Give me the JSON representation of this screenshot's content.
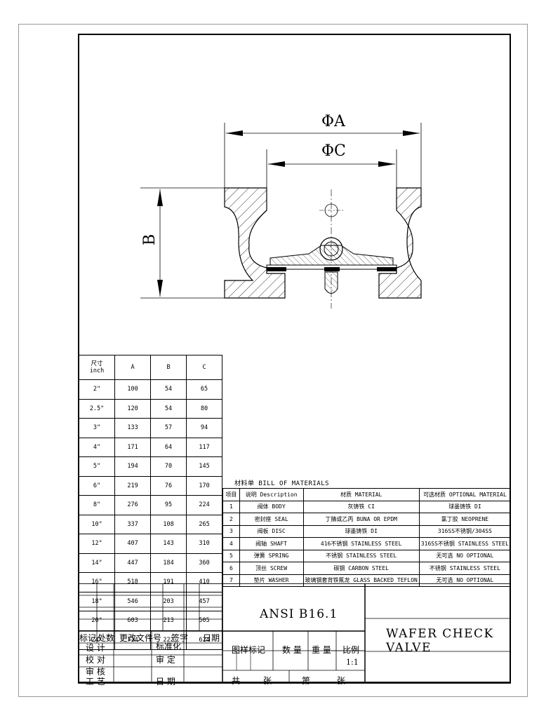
{
  "drawing": {
    "dims": {
      "phi_a": "ΦA",
      "phi_c": "ΦC",
      "b": "B"
    }
  },
  "size_table": {
    "header": {
      "size_line1": "尺寸",
      "size_line2": "inch",
      "a": "A",
      "b": "B",
      "c": "C"
    },
    "rows": [
      {
        "size": "2\"",
        "a": "100",
        "b": "54",
        "c": "65"
      },
      {
        "size": "2.5\"",
        "a": "120",
        "b": "54",
        "c": "80"
      },
      {
        "size": "3\"",
        "a": "133",
        "b": "57",
        "c": "94"
      },
      {
        "size": "4\"",
        "a": "171",
        "b": "64",
        "c": "117"
      },
      {
        "size": "5\"",
        "a": "194",
        "b": "70",
        "c": "145"
      },
      {
        "size": "6\"",
        "a": "219",
        "b": "76",
        "c": "170"
      },
      {
        "size": "8\"",
        "a": "276",
        "b": "95",
        "c": "224"
      },
      {
        "size": "10\"",
        "a": "337",
        "b": "108",
        "c": "265"
      },
      {
        "size": "12\"",
        "a": "407",
        "b": "143",
        "c": "310"
      },
      {
        "size": "14\"",
        "a": "447",
        "b": "184",
        "c": "360"
      },
      {
        "size": "16\"",
        "a": "518",
        "b": "191",
        "c": "410"
      },
      {
        "size": "18\"",
        "a": "546",
        "b": "203",
        "c": "457"
      },
      {
        "size": "20\"",
        "a": "603",
        "b": "213",
        "c": "505"
      },
      {
        "size": "24\"",
        "a": "714",
        "b": "222",
        "c": "624"
      }
    ]
  },
  "bom": {
    "title": "材料单 BILL OF MATERIALS",
    "header": {
      "no": "项目",
      "desc": "说明 Description",
      "material": "材质   MATERIAL",
      "optional": "可选材质 OPTIONAL MATERIAL"
    },
    "rows": [
      {
        "no": "1",
        "desc": "阀体   BODY",
        "material": "灰铸铁  CI",
        "optional": "球墨铸铁  DI"
      },
      {
        "no": "2",
        "desc": "密封座  SEAL",
        "material": "丁腈或乙丙 BUNA OR EPDM",
        "optional": "氯丁胶 NEOPRENE"
      },
      {
        "no": "3",
        "desc": "阀板   DISC",
        "material": "球墨铸铁  DI",
        "optional": "316SS不锈钢/304SS"
      },
      {
        "no": "4",
        "desc": "阀轴  SHAFT",
        "material": "416不锈钢  STAINLESS STEEL",
        "optional": "316SS不锈钢 STAINLESS STEEL"
      },
      {
        "no": "5",
        "desc": "弹簧  SPRING",
        "material": "不锈钢  STAINLESS STEEL",
        "optional": "无可选  NO OPTIONAL"
      },
      {
        "no": "6",
        "desc": "顶丝  SCREW",
        "material": "碳钢  CARBON STEEL",
        "optional": "不锈钢  STAINLESS STEEL"
      },
      {
        "no": "7",
        "desc": "垫片  WASHER",
        "material": "玻璃钢套背铁氟龙 GLASS BACKED TEFLON",
        "optional": "无可选  NO OPTIONAL"
      }
    ]
  },
  "title_block": {
    "standard": "ANSI B16.1",
    "product": "WAFER CHECK VALVE",
    "change_row": {
      "mark": "标记",
      "count": "处数",
      "doc": "更改文件号",
      "sign": "签字",
      "date": "日期"
    },
    "roles": {
      "design": "设  计",
      "check": "校  对",
      "review": "审  核",
      "process": "工  艺"
    },
    "right_roles": {
      "standardize": "标准化",
      "approve": "审   定",
      "date": "日   期"
    },
    "marks": {
      "pattern": "图样标记",
      "quantity": "数  量",
      "weight": "重  量",
      "scale_label": "比例",
      "scale": "1:1"
    },
    "sheets": {
      "total": "共",
      "sheet_of": "张",
      "no": "第",
      "sheet": "张"
    }
  }
}
